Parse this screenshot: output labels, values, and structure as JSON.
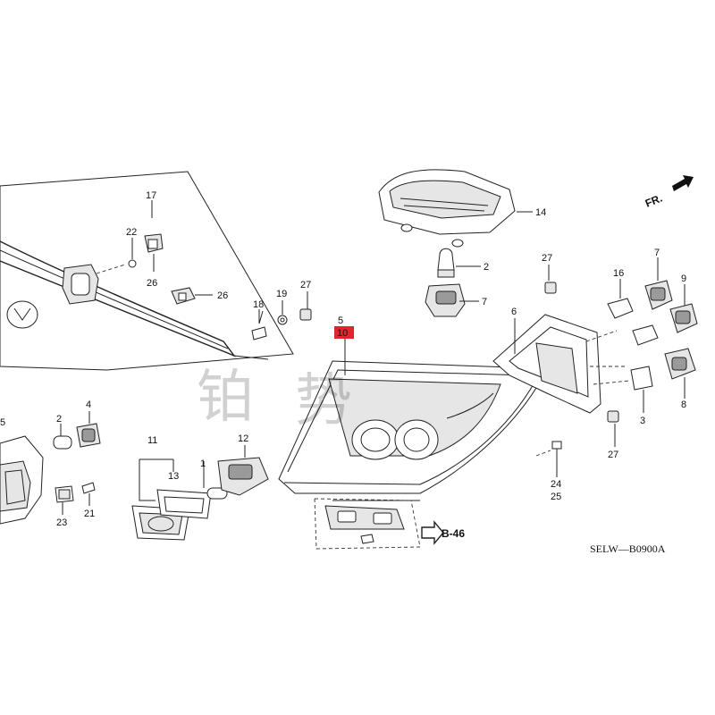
{
  "diagram_code": "SELW—B0900A",
  "front_label": "FR.",
  "reference": "B-46",
  "watermark": [
    "铂",
    "势"
  ],
  "highlight_color": "#e0252d",
  "callouts": {
    "c17": "17",
    "c22": "22",
    "c26a": "26",
    "c26b": "26",
    "c18": "18",
    "c19": "19",
    "c27a": "27",
    "c5": "5",
    "c10": "10",
    "c14": "14",
    "c2a": "2",
    "c7a": "7",
    "c27b": "27",
    "c16": "16",
    "c7b": "7",
    "c9": "9",
    "c6": "6",
    "c8": "8",
    "c3": "3",
    "c27c": "27",
    "c24": "24",
    "c25": "25",
    "c5b": "5",
    "c2b": "2",
    "c4": "4",
    "c23": "23",
    "c21": "21",
    "c11": "11",
    "c13": "13",
    "c1": "1",
    "c12": "12"
  }
}
